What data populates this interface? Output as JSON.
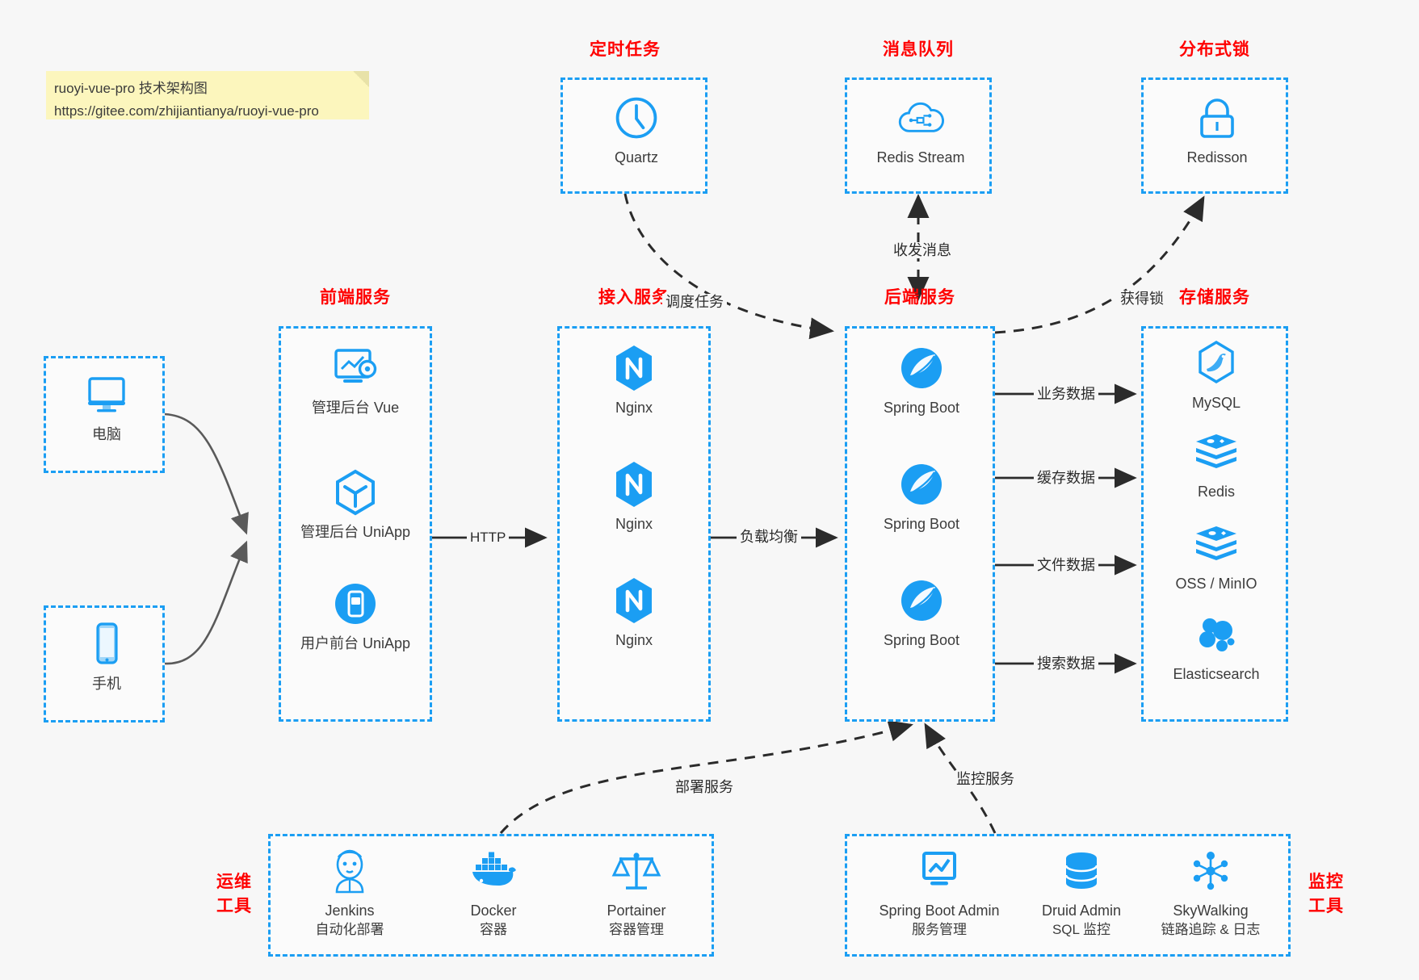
{
  "note": {
    "line1": "ruoyi-vue-pro 技术架构图",
    "line2": "https://gitee.com/zhijiantianya/ruoyi-vue-pro"
  },
  "colors": {
    "accent_blue": "#1b9ef3",
    "title_red": "#ff0000",
    "background": "#f7f7f7",
    "note_yellow": "#fcf6bd",
    "arrow_gray": "#5a5a5a",
    "arrow_dark": "#2b2b2b"
  },
  "groups": {
    "scheduled_task": {
      "title": "定时任务"
    },
    "message_queue": {
      "title": "消息队列"
    },
    "distributed_lock": {
      "title": "分布式锁"
    },
    "frontend": {
      "title": "前端服务"
    },
    "gateway": {
      "title": "接入服务"
    },
    "backend": {
      "title": "后端服务"
    },
    "storage": {
      "title": "存储服务"
    },
    "devops": {
      "title_line1": "运维",
      "title_line2": "工具"
    },
    "monitor": {
      "title_line1": "监控",
      "title_line2": "工具"
    }
  },
  "clients": [
    {
      "label": "电脑",
      "icon": "desktop-icon"
    },
    {
      "label": "手机",
      "icon": "mobile-icon"
    }
  ],
  "scheduled_task_nodes": [
    {
      "label": "Quartz",
      "icon": "clock-icon"
    }
  ],
  "message_queue_nodes": [
    {
      "label": "Redis Stream",
      "icon": "cloud-stream-icon"
    }
  ],
  "distributed_lock_nodes": [
    {
      "label": "Redisson",
      "icon": "lock-icon"
    }
  ],
  "frontend_nodes": [
    {
      "label": "管理后台 Vue",
      "icon": "admin-dashboard-icon"
    },
    {
      "label": "管理后台 UniApp",
      "icon": "cube-icon"
    },
    {
      "label": "用户前台 UniApp",
      "icon": "mobile-app-icon"
    }
  ],
  "gateway_nodes": [
    {
      "label": "Nginx",
      "icon": "nginx-icon"
    },
    {
      "label": "Nginx",
      "icon": "nginx-icon"
    },
    {
      "label": "Nginx",
      "icon": "nginx-icon"
    }
  ],
  "backend_nodes": [
    {
      "label": "Spring Boot",
      "icon": "spring-boot-icon"
    },
    {
      "label": "Spring Boot",
      "icon": "spring-boot-icon"
    },
    {
      "label": "Spring Boot",
      "icon": "spring-boot-icon"
    }
  ],
  "storage_nodes": [
    {
      "label": "MySQL",
      "icon": "mysql-icon"
    },
    {
      "label": "Redis",
      "icon": "redis-icon"
    },
    {
      "label": "OSS / MinIO",
      "icon": "oss-minio-icon"
    },
    {
      "label": "Elasticsearch",
      "icon": "elasticsearch-icon"
    }
  ],
  "devops_nodes": [
    {
      "label": "Jenkins",
      "sub": "自动化部署",
      "icon": "jenkins-icon"
    },
    {
      "label": "Docker",
      "sub": "容器",
      "icon": "docker-icon"
    },
    {
      "label": "Portainer",
      "sub": "容器管理",
      "icon": "portainer-icon"
    }
  ],
  "monitor_nodes": [
    {
      "label": "Spring Boot Admin",
      "sub": "服务管理",
      "icon": "monitor-chart-icon"
    },
    {
      "label": "Druid Admin",
      "sub": "SQL 监控",
      "icon": "database-icon"
    },
    {
      "label": "SkyWalking",
      "sub": "链路追踪 & 日志",
      "icon": "skywalking-icon"
    }
  ],
  "edges": {
    "http": "HTTP",
    "load_balance": "负载均衡",
    "schedule_task": "调度任务",
    "send_receive_message": "收发消息",
    "acquire_lock": "获得锁",
    "business_data": "业务数据",
    "cache_data": "缓存数据",
    "file_data": "文件数据",
    "search_data": "搜索数据",
    "deploy_service": "部署服务",
    "monitor_service": "监控服务"
  }
}
